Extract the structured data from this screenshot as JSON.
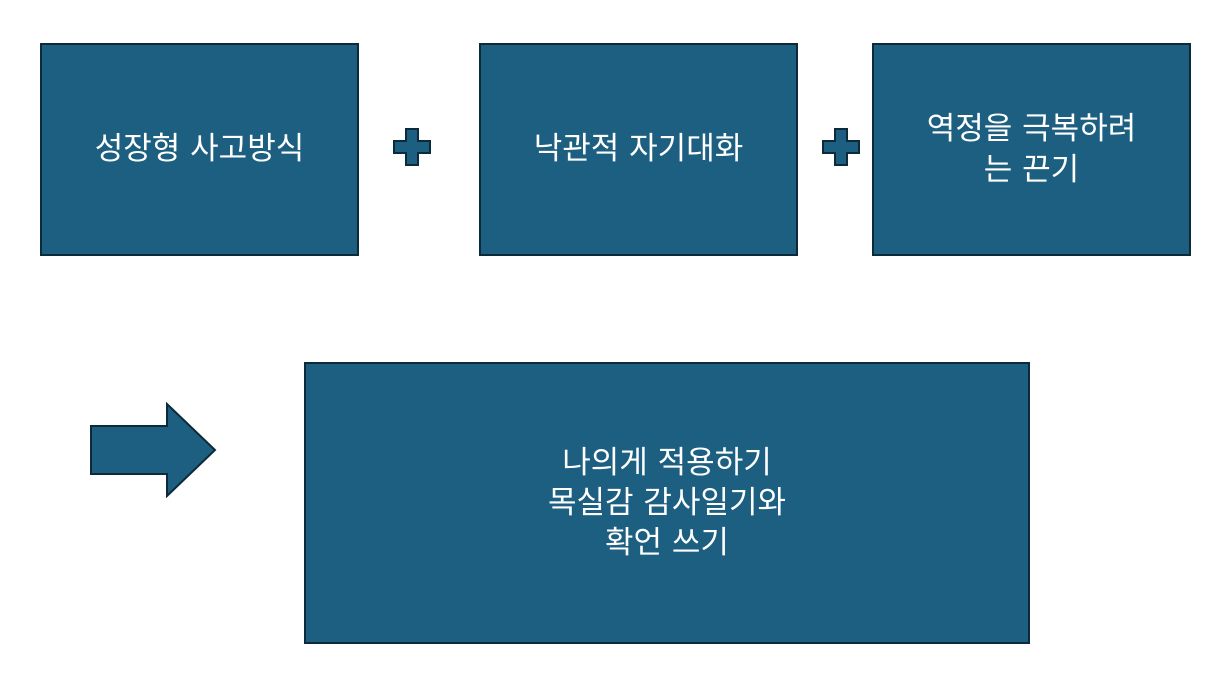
{
  "colors": {
    "box_fill": "#1c5f80",
    "outline": "#0d2a3a",
    "text": "#ffffff"
  },
  "boxes": [
    {
      "lines": [
        "성장형 사고방식"
      ]
    },
    {
      "lines": [
        "낙관적 자기대화"
      ]
    },
    {
      "lines": [
        "역정을 극복하려",
        "는 끈기"
      ]
    },
    {
      "lines": [
        "나의게 적용하기",
        "목실감 감사일기와",
        "확언 쓰기"
      ]
    }
  ],
  "icons": {
    "plus": "plus-icon",
    "arrow": "right-arrow-icon"
  }
}
